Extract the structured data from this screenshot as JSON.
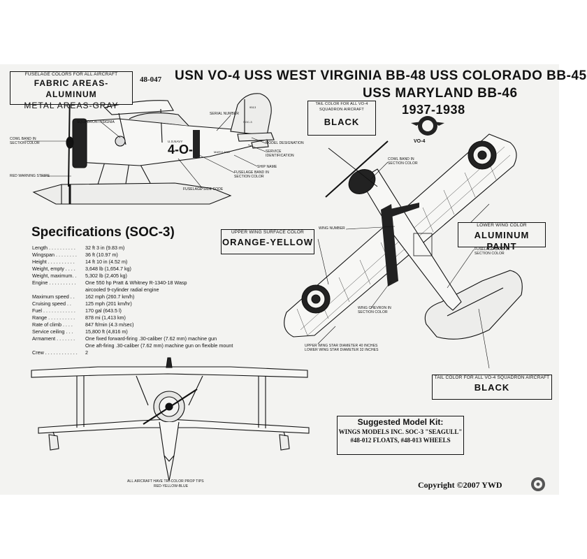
{
  "header": {
    "line1": "USN VO-4 USS WEST VIRGINIA BB-48 USS COLORADO BB-45",
    "line2": "USS MARYLAND BB-46",
    "years": "1937-1938",
    "sheet_code": "48-047"
  },
  "fuselage_box": {
    "line1": "FUSELAGE COLORS FOR ALL AIRCRAFT",
    "line2": "FABRIC AREAS-ALUMINUM",
    "line3": "METAL AREAS-GRAY"
  },
  "tail_box": {
    "line1": "TAIL COLOR FOR ALL VO-4",
    "line2": "SQUADRON AIRCRAFT",
    "color": "BLACK"
  },
  "upper_wing_box": {
    "label": "UPPER WING SURFACE COLOR",
    "color": "ORANGE-YELLOW"
  },
  "lower_wing_box": {
    "label": "LOWER WING COLOR",
    "color": "ALUMINUM PAINT"
  },
  "tail_box2": {
    "label": "TAIL COLOR FOR ALL VO-4 SQUADRON AIRCRAFT",
    "color": "BLACK"
  },
  "badge_label": "VO-4",
  "side_view": {
    "fuselage_code": "4-O-7",
    "us_navy": "U.S.NAVY",
    "ship": "MARYLAND",
    "tail_code": "SOC-3",
    "fin_number": "9513",
    "callouts": {
      "squadron_insignia": "SQUADRON INSIGNIA",
      "serial_number": "SERIAL NUMBER",
      "cowl_band": "COWL BAND IN\nSECTION COLOR",
      "model_designation": "MODEL DESIGNATION",
      "service_id": "SERVICE\nIDENTIFICATION",
      "ship_name": "SHIP NAME",
      "fuselage_band": "FUSELAGE BAND IN\nSECTION COLOR",
      "fuselage_side_code": "FUSELAGE SIDE CODE",
      "red_warning": "RED WARNING STRIPE"
    }
  },
  "top_view": {
    "callouts": {
      "cowl_band": "COWL BAND IN\nSECTION COLOR",
      "wing_number": "WING NUMBER",
      "fuselage_band": "FUSELAGE BAND IN\nSECTION COLOR",
      "wing_chevron": "WING CHEVRON IN\nSECTION COLOR",
      "star_diameters": "UPPER WING STAR DIAMETER 40 INCHES\nLOWER WING STAR DIAMETER 32 INCHES"
    }
  },
  "specs": {
    "title": "Specifications (SOC-3)",
    "rows": [
      {
        "label": "Length . . . . . . . . . .",
        "value": "32 ft 3 in (9.83 m)"
      },
      {
        "label": "Wingspan . . . . . . . .",
        "value": "36 ft (10.97 m)"
      },
      {
        "label": "Height  . . . . . . . . . .",
        "value": "14 ft 10 in (4.52 m)"
      },
      {
        "label": "Weight, empty  . . . .",
        "value": "3,648 lb (1,654.7 kg)"
      },
      {
        "label": "Weight, maximum. .",
        "value": "5,302 lb (2,405 kg)"
      },
      {
        "label": "Engine  . . . . . . . . . .",
        "value": "One 550 hp Pratt & Whitney R-1340-18 Wasp"
      },
      {
        "label": "",
        "value": "aircooled 9-cylinder radial engine"
      },
      {
        "label": "Maximum speed . .",
        "value": "162 mph (260.7 km/h)"
      },
      {
        "label": "Cruising speed  . .",
        "value": "125 mph (201 km/hr)"
      },
      {
        "label": "Fuel . . . . . . . . . . . .",
        "value": "170 gal (643.5 l)"
      },
      {
        "label": "Range  . . . . . . . . . .",
        "value": "878 mi (1,413 km)"
      },
      {
        "label": "Rate of climb  . . . .",
        "value": "847 ft/min (4.3 m/sec)"
      },
      {
        "label": "Service ceiling  . . .",
        "value": "15,800 ft (4,816 m)"
      },
      {
        "label": "Armament  . . . . . . .",
        "value": "One fixed forward-firing .30-caliber (7.62 mm) machine gun"
      },
      {
        "label": "",
        "value": "One aft-firing .30-caliber (7.62 mm) machine gun on flexible mount"
      },
      {
        "label": "Crew  . . . . . . . . . . . .",
        "value": "2"
      }
    ]
  },
  "front_view": {
    "prop_tips_line1": "ALL AIRCRAFT HAVE TRI-COLOR PROP TIPS",
    "prop_tips_line2": "RED-YELLOW-BLUE"
  },
  "kit": {
    "title": "Suggested Model Kit:",
    "line1": "WINGS MODELS INC. SOC-3 \"SEAGULL\"",
    "line2": "#48-012 FLOATS, #48-013 WHEELS"
  },
  "copyright": "Copyright ©2007 YWD"
}
